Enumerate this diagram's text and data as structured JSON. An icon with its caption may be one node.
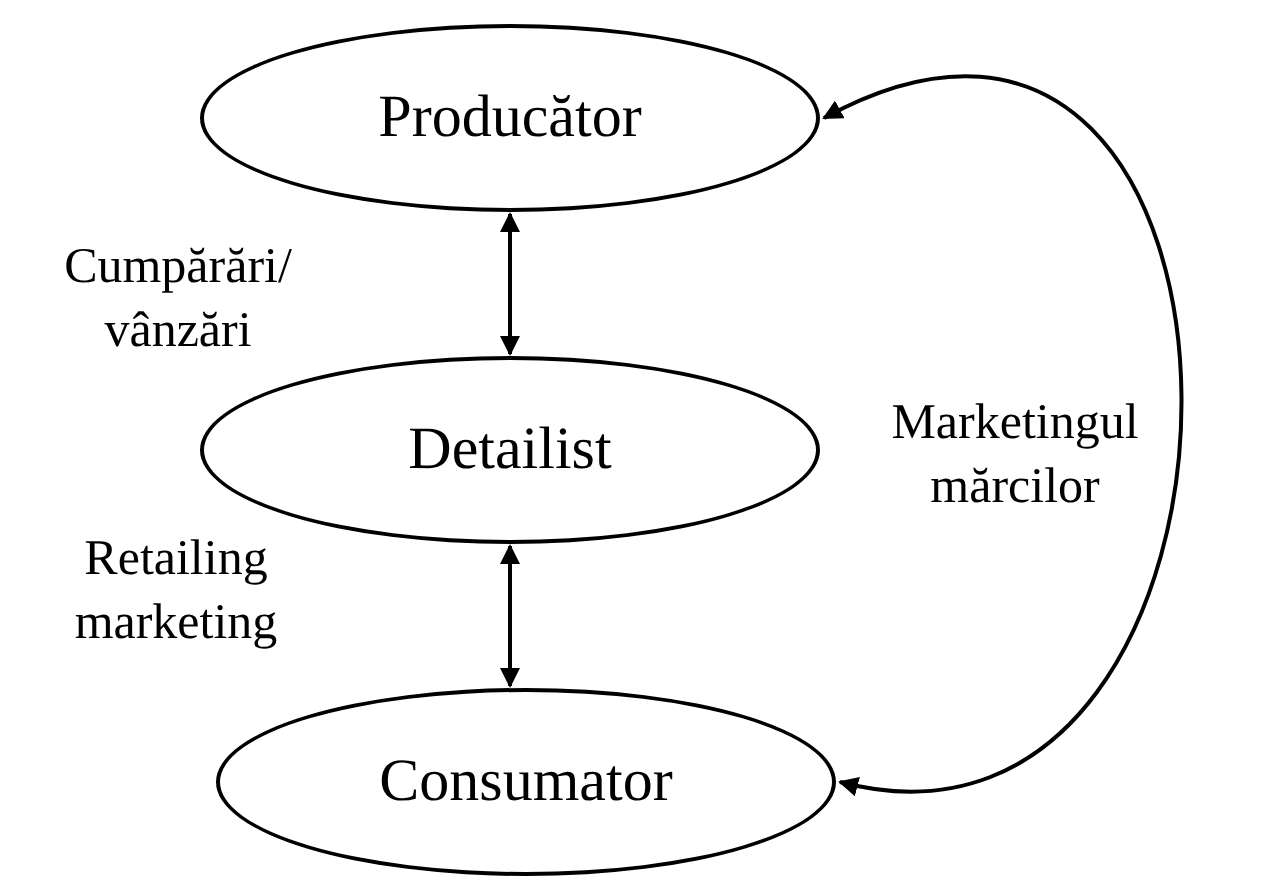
{
  "diagram": {
    "nodes": [
      {
        "text": [
          "Producător"
        ]
      },
      {
        "text": [
          "Detailist"
        ]
      },
      {
        "text": [
          "Consumator"
        ]
      }
    ],
    "edges": [
      {
        "from": 0,
        "to": 1,
        "arrow": "both",
        "label": "Cumpărări/ vânzări"
      },
      {
        "from": 1,
        "to": 2,
        "arrow": "both",
        "label": "Retailing marketing"
      },
      {
        "from": 2,
        "to": 0,
        "arrow": "both",
        "label": "Marketingul mărcilor"
      }
    ]
  }
}
